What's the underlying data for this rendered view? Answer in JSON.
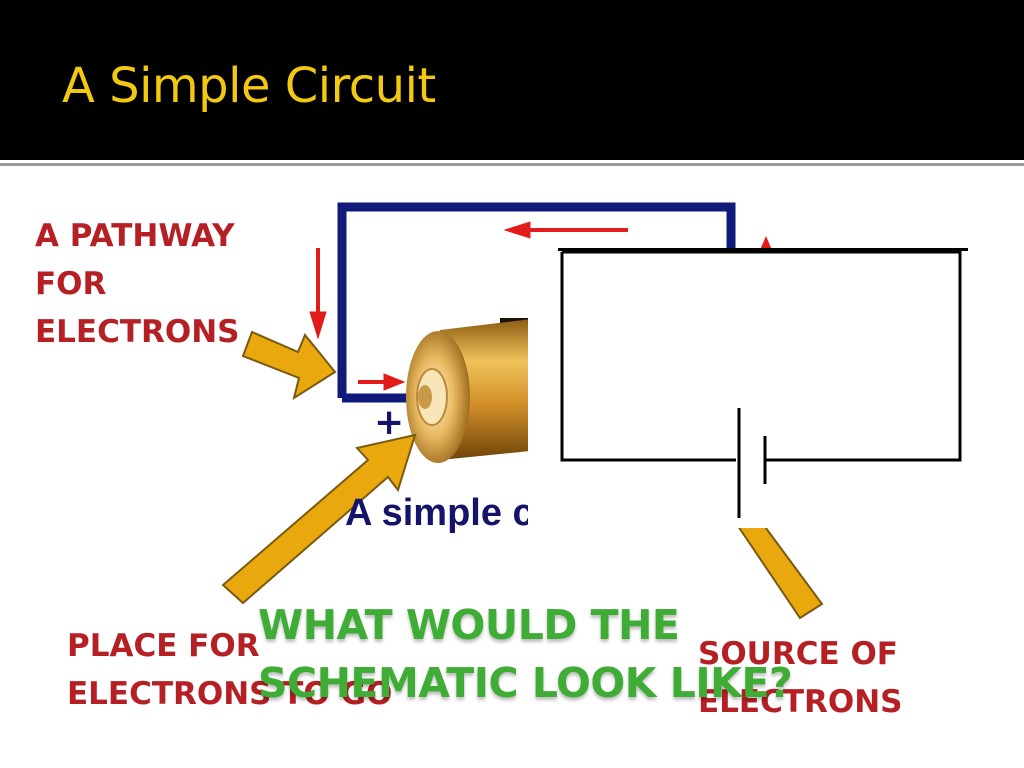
{
  "slide": {
    "title": "A Simple Circuit"
  },
  "labels": {
    "pathway": [
      "A PATHWAY",
      "FOR",
      "ELECTRONS"
    ],
    "place": [
      "PLACE FOR",
      "ELECTRONS TO GO"
    ],
    "source": [
      "SOURCE OF",
      "ELECTRONS"
    ]
  },
  "question": [
    "WHAT WOULD THE",
    "SCHEMATIC LOOK LIKE?"
  ],
  "diagram": {
    "caption": "A simple circuit",
    "plus_sign": "+",
    "wire_color": "#101a7a",
    "current_arrow_color": "#e21b1b",
    "pointer_arrow_color": "#e9a90e"
  }
}
